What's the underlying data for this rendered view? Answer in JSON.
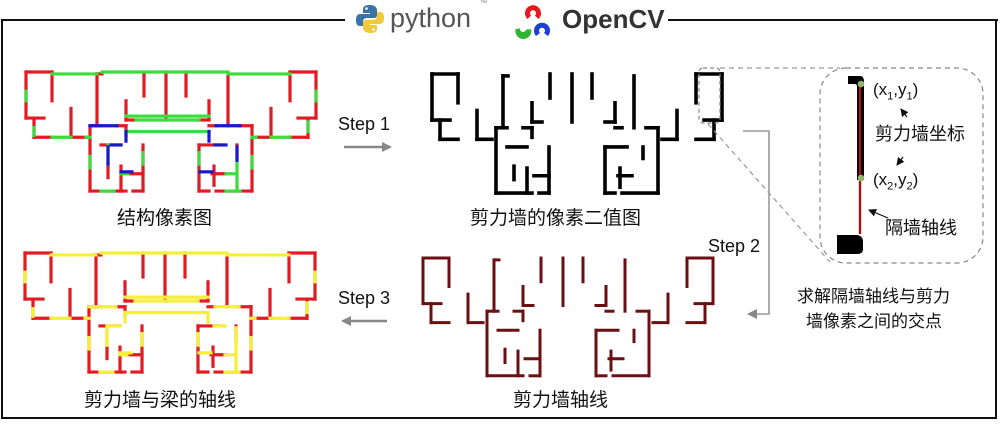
{
  "header": {
    "python_logo_text": "python",
    "python_trademark": "™",
    "opencv_logo_text": "OpenCV"
  },
  "panels": {
    "structure_pixels": {
      "caption": "结构像素图"
    },
    "shear_wall_binary": {
      "caption": "剪力墙的像素二值图"
    },
    "shear_wall_axis": {
      "caption": "剪力墙轴线"
    },
    "wall_beam_axis": {
      "caption": "剪力墙与梁的轴线"
    }
  },
  "steps": {
    "step1": "Step 1",
    "step2": "Step 2",
    "step3": "Step 3"
  },
  "detail": {
    "point1": {
      "x": "x",
      "xi": "1",
      "y": "y",
      "yi": "1"
    },
    "point2": {
      "x": "x",
      "xi": "2",
      "y": "y",
      "yi": "2"
    },
    "shear_wall_coord_label": "剪力墙坐标",
    "partition_axis_label": "隔墙轴线",
    "description_line1": "求解隔墙轴线与剪力",
    "description_line2": "墙像素之间的交点"
  },
  "colors": {
    "shear_wall_red": "#e01b24",
    "partition_green": "#3ddc3d",
    "beam_blue": "#1a1acc",
    "binary_black": "#000000",
    "axis_darkred": "#6b0f12",
    "beam_yellow": "#f5ef3a",
    "arrow_gray": "#888888",
    "point_green": "#8fb86a",
    "partition_line_red": "#a31515"
  }
}
